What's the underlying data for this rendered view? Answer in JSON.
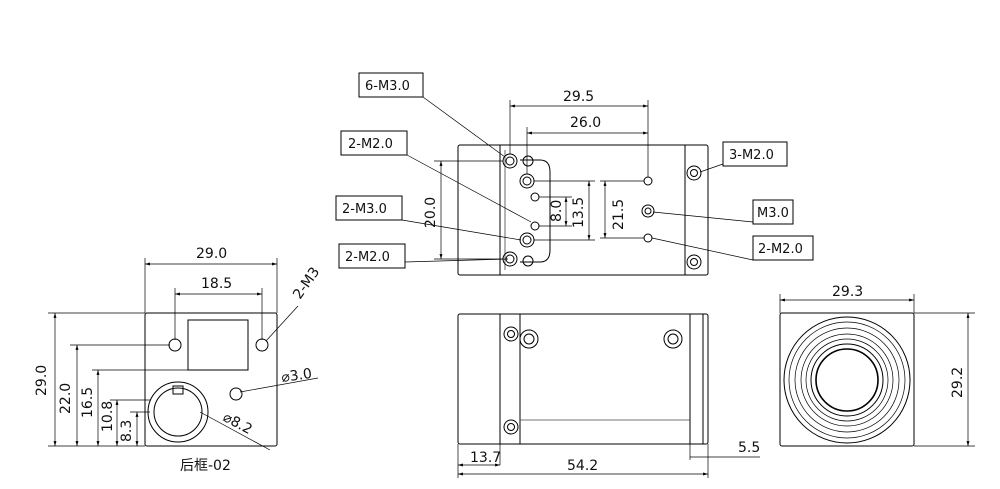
{
  "drawing": {
    "callouts": {
      "six_m30": "6-M3.0",
      "two_m20_a": "2-M2.0",
      "two_m30": "2-M3.0",
      "two_m20_b": "2-M2.0",
      "three_m20": "3-M2.0",
      "m30": "M3.0",
      "two_m20_c": "2-M2.0"
    },
    "top_view": {
      "dim_29_5": "29.5",
      "dim_26_0": "26.0",
      "dim_20_0": "20.0",
      "dim_8_0": "8.0",
      "dim_13_5": "13.5",
      "dim_21_5": "21.5"
    },
    "rear_view": {
      "dim_29_0": "29.0",
      "dim_18_5": "18.5",
      "label_2m3": "2-M3",
      "dim_h_29_0": "29.0",
      "dim_22_0": "22.0",
      "dim_16_5": "16.5",
      "dim_10_8": "10.8",
      "dim_8_3": "8.3",
      "dia_3_0": "⌀3.0",
      "dia_8_2": "⌀8.2",
      "caption": "后框-02"
    },
    "side_view": {
      "dim_13_7": "13.7",
      "dim_54_2": "54.2",
      "dim_5_5": "5.5"
    },
    "front_view": {
      "dim_29_3": "29.3",
      "dim_29_2": "29.2"
    }
  }
}
